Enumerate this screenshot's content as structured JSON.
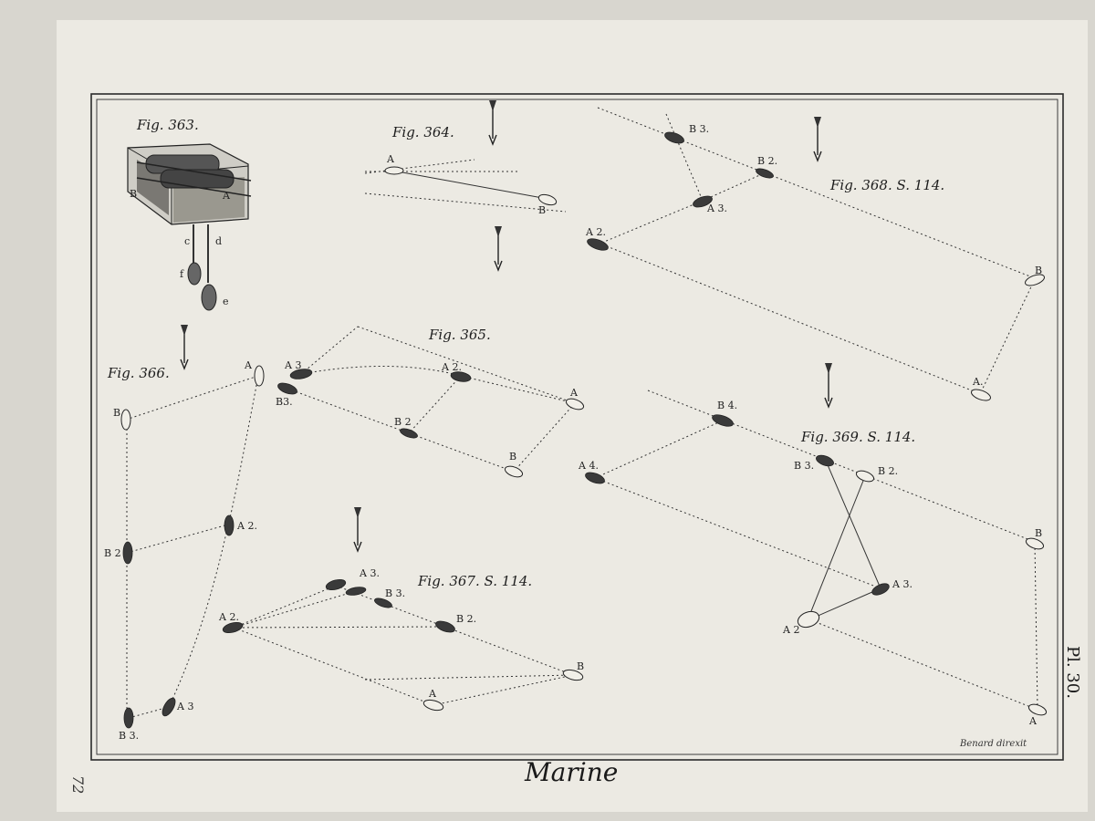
{
  "plate": {
    "title": "Marine",
    "plate_number": "Pl. 30.",
    "page_number": "72",
    "engraver": "Benard direxit"
  },
  "figures": {
    "f363": {
      "title": "Fig. 363.",
      "labels": {
        "b": "B",
        "a": "A",
        "c": "c",
        "d": "d",
        "f": "f",
        "e": "e"
      }
    },
    "f364": {
      "title": "Fig. 364.",
      "labels": {
        "a": "A",
        "b": "B"
      }
    },
    "f365": {
      "title": "Fig. 365.",
      "labels": {
        "a3": "A 3",
        "b3": "B3.",
        "a2": "A 2.",
        "b2": "B 2",
        "a": "A",
        "b": "B"
      }
    },
    "f366": {
      "title": "Fig. 366.",
      "labels": {
        "a": "A",
        "b": "B",
        "b2": "B 2",
        "a2": "A 2.",
        "b3": "B 3.",
        "a3": "A 3"
      }
    },
    "f367": {
      "title": "Fig. 367. S. 114.",
      "labels": {
        "a3": "A 3.",
        "b3": "B 3.",
        "b2": "B 2.",
        "a2": "A 2.",
        "b": "B",
        "a": "A"
      }
    },
    "f368": {
      "title": "Fig. 368. S. 114.",
      "labels": {
        "b3": "B 3.",
        "b2": "B 2.",
        "a3": "A 3.",
        "a2": "A 2.",
        "b": "B",
        "a": "A."
      }
    },
    "f369": {
      "title": "Fig. 369. S. 114.",
      "labels": {
        "b4": "B 4.",
        "a4": "A 4.",
        "b3": "B 3.",
        "b2": "B 2.",
        "a3": "A 3.",
        "a2": "A 2",
        "b": "B",
        "a": "A"
      }
    }
  },
  "colors": {
    "paper": "#eceae3",
    "ink": "#222222",
    "mount": "#d8d6cf"
  }
}
